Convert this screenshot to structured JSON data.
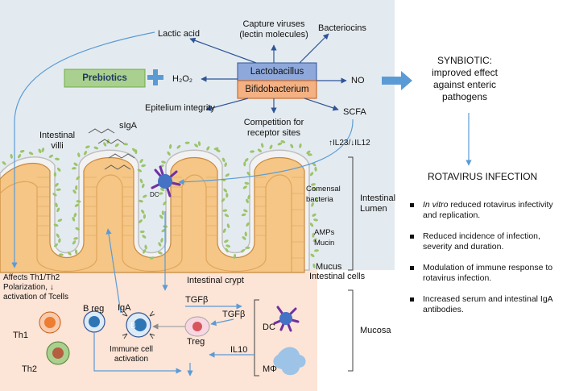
{
  "center": {
    "lactobacillus": "Lactobacillus",
    "bifidobacterium": "Bifidobacterium"
  },
  "effects": {
    "lactic_acid": "Lactic acid",
    "capture_viruses": "Capture viruses\n(lectin molecules)",
    "bacteriocins": "Bacteriocins",
    "h2o2": "H₂O₂",
    "no": "NO",
    "epithelium": "Epitelium integrity",
    "competition": "Competition for\nreceptor sites",
    "scfa": "SCFA"
  },
  "prebiotics": {
    "label": "Prebiotics",
    "plus": "+"
  },
  "synbiotic": {
    "text": "SYNBIOTIC:\nimproved effect\nagainst enteric\npathogens"
  },
  "rotavirus": {
    "title": "ROTAVIRUS INFECTION",
    "bullets": [
      "In vitro reduced rotavirus infectivity and replication.",
      "Reduced incidence of infection, severity and duration.",
      "Modulation of immune response to rotavirus infection.",
      "Increased  serum and intestinal IgA antibodies."
    ],
    "bullet_italic": "In vitro"
  },
  "intestine": {
    "villi": "Intestinal\nvilli",
    "siga": "sIgA",
    "il23_il12": "↑IL23/↓IL12",
    "dc_small": "DC",
    "commensal": "Comensal\nbacteria",
    "amps": "AMPs\nMucin",
    "lumen": "Intestinal\nLumen",
    "mucus": "Mucus",
    "cells": "Intestinal cells",
    "crypt": "Intestinal crypt",
    "mucosa": "Mucosa",
    "affects": "Affects Th1/Th2\nPolarization, ↓\nactivation of Tcells"
  },
  "immune": {
    "breg": "B reg",
    "iga": "IgA",
    "b": "B",
    "tgfb1": "TGFβ",
    "tgfb2": "TGFβ",
    "treg": "Treg",
    "dc": "DC",
    "il10": "IL10",
    "mphi": "MΦ",
    "th1": "Th1",
    "th2": "Th2",
    "activation": "Immune cell\nactivation"
  },
  "colors": {
    "lactobacillus": "#8FA8DC",
    "bifidobacterium": "#F4B183",
    "prebiotics": "#A9D08E",
    "arrow_blue": "#5B9BD5",
    "lumen_bg": "#E4EBF0",
    "mucosa_bg": "#FCE4D6",
    "villus_fill": "#F5C685",
    "villus_stroke": "#C8893E",
    "bacteria": "#9CC46A"
  }
}
